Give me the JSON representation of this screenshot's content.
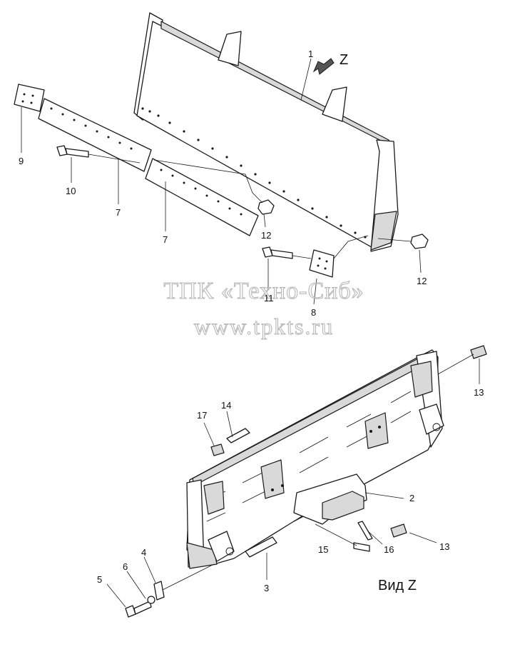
{
  "view_label": "Вид Z",
  "view_marker": "Z",
  "watermark": {
    "line1": "ТПК «Техно-Сиб»",
    "line2": "www.tpkts.ru"
  },
  "callouts": {
    "c1": "1",
    "c2": "2",
    "c3": "3",
    "c4": "4",
    "c5": "5",
    "c6": "6",
    "c7a": "7",
    "c7b": "7",
    "c8": "8",
    "c9": "9",
    "c10": "10",
    "c11": "11",
    "c12a": "12",
    "c12b": "12",
    "c13a": "13",
    "c13b": "13",
    "c14": "14",
    "c15": "15",
    "c16": "16",
    "c17": "17"
  }
}
